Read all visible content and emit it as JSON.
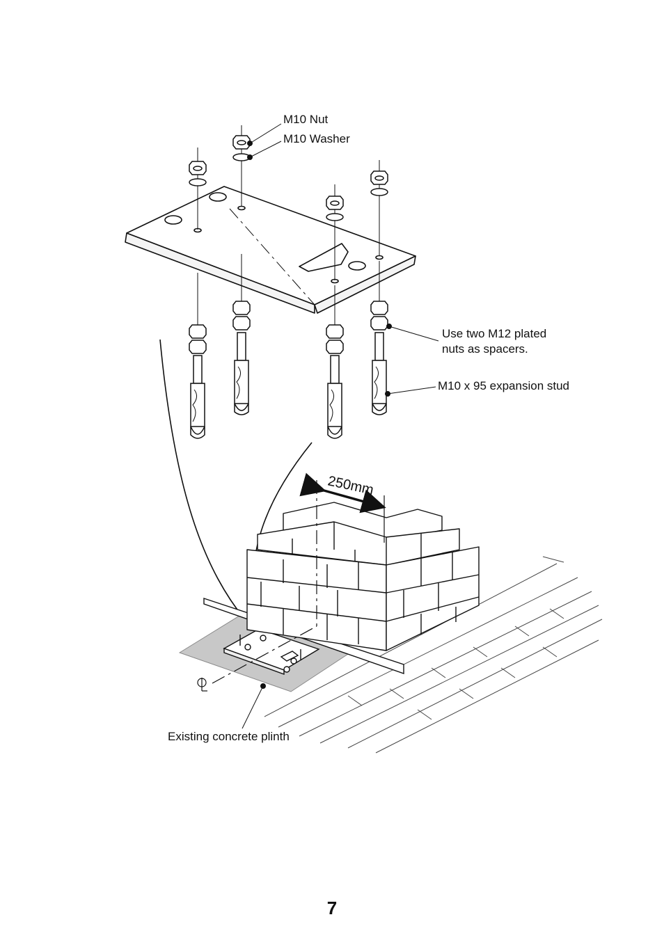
{
  "labels": {
    "nut": "M10 Nut",
    "washer": "M10 Washer",
    "spacer_line1": "Use two M12 plated",
    "spacer_line2": "nuts as spacers.",
    "stud": "M10 x 95 expansion stud",
    "plinth": "Existing concrete plinth",
    "dimension": "250mm",
    "centreline": "CL"
  },
  "page": {
    "number": "7"
  },
  "colors": {
    "line": "#111111",
    "plinth_fill": "#c8c8c8",
    "paper": "#ffffff"
  }
}
